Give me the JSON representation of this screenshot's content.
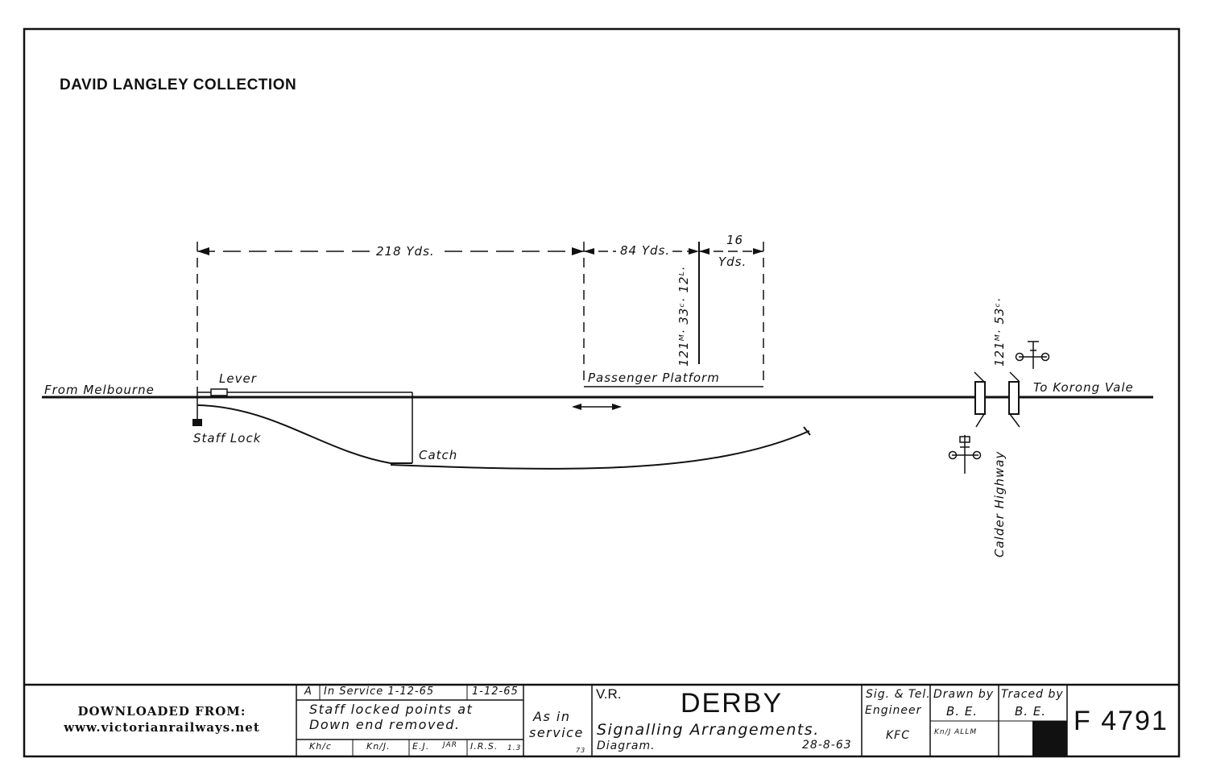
{
  "collection": "DAVID LANGLEY COLLECTION",
  "labels": {
    "from": "From Melbourne",
    "to": "To Korong Vale",
    "lever": "Lever",
    "staff_lock": "Staff Lock",
    "catch": "Catch",
    "platform": "Passenger  Platform",
    "highway": "Calder Highway",
    "dist_218": "218 Yds.",
    "dist_84": "84 Yds.",
    "dist_16a": "16",
    "dist_16b": "Yds.",
    "mileage_platform": "121ᴹ· 33ᶜ· 12ᴸ·",
    "mileage_crossing": "121ᴹ· 53ᶜ·"
  },
  "title_block": {
    "downloaded_line1": "DOWNLOADED FROM:",
    "downloaded_line2": "www.victorianrailways.net",
    "amend_letter": "A",
    "amend_text": "In Service  1-12-65",
    "amend_date": "1-12-65",
    "note_line1": "Staff  locked  points  at",
    "note_line2": "Down  end  removed.",
    "sig1": "Kh/c",
    "sig2": "Kn/J.",
    "sig3": "E.J.",
    "sig4": "JAR",
    "sig5": "I.R.S.",
    "sig6": "1.3",
    "as_in": "As  in",
    "service": "service",
    "service_note": "73",
    "vr": "V.R.",
    "station": "DERBY",
    "sub1": "Signalling   Arrangements.",
    "sub2": "Diagram.",
    "date": "28-8-63",
    "engineer1": "Sig. & Tel.",
    "engineer2": "Engineer",
    "engineer_sig": "KFC",
    "drawn_label": "Drawn by",
    "drawn_by": "B. E.",
    "drawn_sig": "Kn/J  ALLM",
    "traced_label": "Traced by",
    "traced_by": "B. E.",
    "drawing_no": "F 4791"
  }
}
